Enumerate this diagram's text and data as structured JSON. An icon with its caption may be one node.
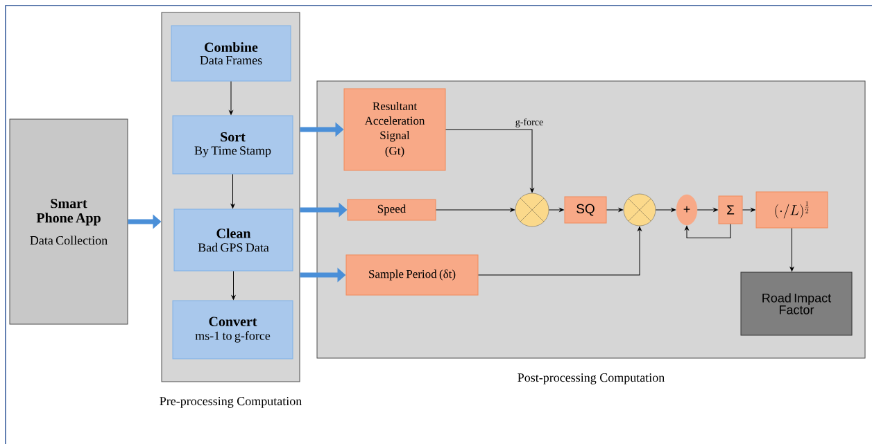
{
  "diagram": {
    "nodes": [
      {
        "text": [
          "Smart Phone App",
          "Data Collection"
        ]
      },
      {
        "text": [
          "Pre-processing Computation"
        ]
      },
      {
        "text": [
          "Combine",
          "Data Frames"
        ],
        "in": 1
      },
      {
        "text": [
          "Sort",
          "By Time Stamp"
        ],
        "in": 1
      },
      {
        "text": [
          "Clean",
          "Bad GPS Data"
        ],
        "in": 1
      },
      {
        "text": [
          "Convert",
          "ms-1 to g-force"
        ],
        "in": 1
      },
      {
        "text": [
          "Post-processing Computation"
        ]
      },
      {
        "text": [
          "Resultant Acceleration Signal",
          "(Gt)"
        ],
        "in": 6
      },
      {
        "text": [
          "Speed"
        ],
        "in": 6
      },
      {
        "text": [
          "Sample Period (δt)"
        ],
        "in": 6
      },
      {
        "text": [],
        "shape": "circle",
        "in": 6
      },
      {
        "text": [
          "SQ"
        ],
        "in": 6
      },
      {
        "text": [],
        "shape": "circle",
        "in": 6
      },
      {
        "text": [
          "+"
        ],
        "in": 6
      },
      {
        "text": [
          "Σ"
        ],
        "in": 6
      },
      {
        "text": [
          "(\\cdot/L)^{\\frac{1}{2}}"
        ],
        "in": 6
      },
      {
        "text": [
          "Road Impact Factor"
        ],
        "in": 6
      }
    ],
    "edges": [
      {
        "from": 0,
        "to": 1,
        "arrow": "to",
        "style": "thick",
        "color": "#4a8fd8"
      },
      {
        "from": 2,
        "to": 3,
        "arrow": "to"
      },
      {
        "from": 3,
        "to": 4,
        "arrow": "to"
      },
      {
        "from": 4,
        "to": 5,
        "arrow": "to"
      },
      {
        "from": 1,
        "to": 7,
        "arrow": "to",
        "style": "thick",
        "color": "#4a8fd8"
      },
      {
        "from": 1,
        "to": 8,
        "arrow": "to",
        "style": "thick",
        "color": "#4a8fd8"
      },
      {
        "from": 1,
        "to": 9,
        "arrow": "to",
        "style": "thick",
        "color": "#4a8fd8"
      },
      {
        "from": 7,
        "to": 10,
        "arrow": "to",
        "label": "g-force"
      },
      {
        "from": 8,
        "to": 10,
        "arrow": "to"
      },
      {
        "from": 10,
        "to": 11,
        "arrow": "to"
      },
      {
        "from": 11,
        "to": 12,
        "arrow": "to"
      },
      {
        "from": 9,
        "to": 12,
        "arrow": "to"
      },
      {
        "from": 12,
        "to": 13,
        "arrow": "to"
      },
      {
        "from": 13,
        "to": 14,
        "arrow": "to"
      },
      {
        "from": 14,
        "to": 13,
        "arrow": "to"
      },
      {
        "from": 14,
        "to": 15,
        "arrow": "to"
      },
      {
        "from": 15,
        "to": 16,
        "arrow": "to"
      }
    ]
  }
}
